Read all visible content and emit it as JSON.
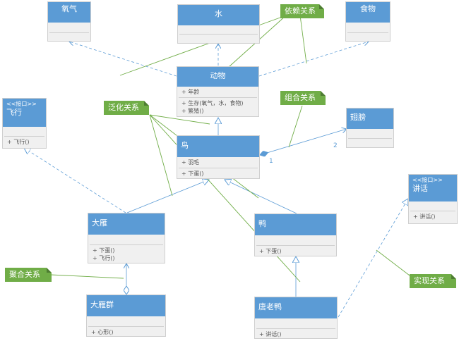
{
  "classes": {
    "oxygen": {
      "name": "氧气"
    },
    "water": {
      "name": "水"
    },
    "food": {
      "name": "食物"
    },
    "animal": {
      "name": "动物",
      "attributes": [
        "+ 年龄"
      ],
      "methods": [
        "+ 生存(氧气，水，食物)",
        "+ 繁殖()"
      ]
    },
    "fly": {
      "stereotype": "<<接口>>",
      "name": "飞行",
      "methods": [
        "+ 飞行()"
      ]
    },
    "bird": {
      "name": "鸟",
      "attributes": [
        "+ 羽毛"
      ],
      "methods": [
        "+ 下蛋()"
      ]
    },
    "wing": {
      "name": "翅膀"
    },
    "speak": {
      "stereotype": "<<接口>>",
      "name": "讲话",
      "methods": [
        "+ 讲话()"
      ]
    },
    "goose": {
      "name": "大雁",
      "methods": [
        "+ 下蛋()",
        "+ 飞行()"
      ]
    },
    "duck": {
      "name": "鸭",
      "methods": [
        "+ 下蛋()"
      ]
    },
    "flock": {
      "name": "大雁群",
      "methods": [
        "+ 心形()"
      ]
    },
    "donald": {
      "name": "唐老鸭",
      "methods": [
        "+ 讲话()"
      ]
    }
  },
  "notes": {
    "dependency": "依赖关系",
    "generalization": "泛化关系",
    "composition": "组合关系",
    "aggregation": "聚合关系",
    "realization": "实现关系"
  },
  "multiplicities": {
    "bird_end": "1",
    "wing_end": "2"
  },
  "colors": {
    "class_header": "#5b9bd5",
    "class_body": "#f0f0f0",
    "note": "#70ad47",
    "note_line": "#70ad47",
    "relation_line": "#5b9bd5"
  }
}
